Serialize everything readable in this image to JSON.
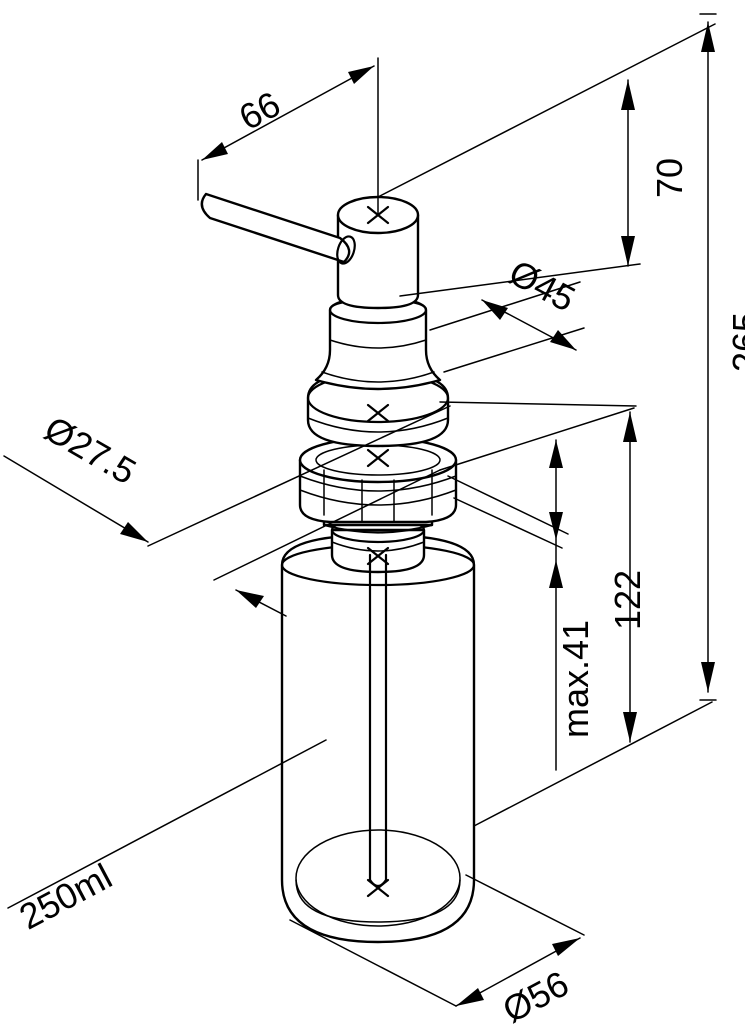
{
  "dimensions": {
    "spout_length": "66",
    "head_height": "70",
    "total_height": "265",
    "collar_diameter": "Ø45",
    "thread_diameter": "Ø27.5",
    "max_thickness": "max.41",
    "under_counter_height": "122",
    "bottle_volume": "250ml",
    "bottle_diameter": "Ø56"
  }
}
